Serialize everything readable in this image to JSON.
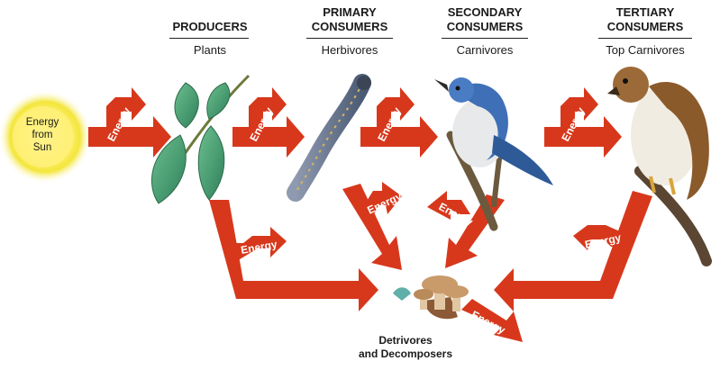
{
  "headers": {
    "producers": {
      "line1": "PRODUCERS",
      "sub": "Plants"
    },
    "primary": {
      "line1": "PRIMARY",
      "line2": "CONSUMERS",
      "sub": "Herbivores"
    },
    "secondary": {
      "line1": "SECONDARY",
      "line2": "CONSUMERS",
      "sub": "Carnivores"
    },
    "tertiary": {
      "line1": "TERTIARY",
      "line2": "CONSUMERS",
      "sub": "Top Carnivores"
    }
  },
  "sun": {
    "line1": "Energy",
    "line2": "from",
    "line3": "Sun"
  },
  "arrow_label": "Energy",
  "bottom": {
    "line1": "Detrivores",
    "line2": "and Decomposers"
  },
  "colors": {
    "arrow": "#d7381c",
    "sun_core": "#fff27a",
    "sun_glow": "#f6ea3a",
    "leaf": "#3e9a6e",
    "caterpillar": "#5f6f86",
    "jay_blue": "#3f6fb6",
    "hawk_brown": "#8b5a2b"
  }
}
